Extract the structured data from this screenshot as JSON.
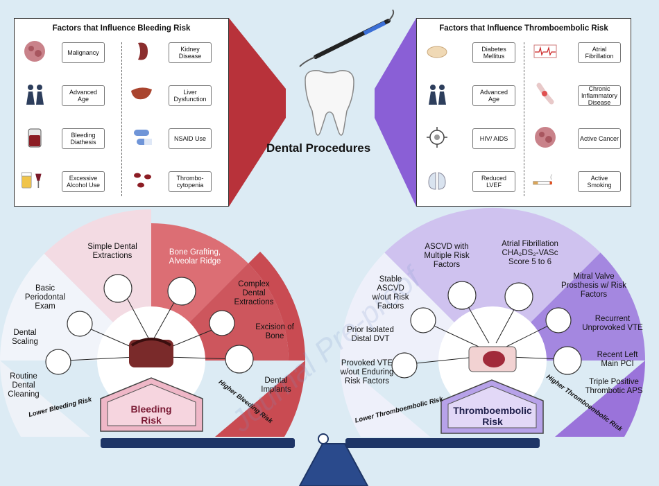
{
  "center": {
    "title": "Dental Procedures"
  },
  "bleeding_panel": {
    "title": "Factors that Influence Bleeding Risk",
    "left": [
      "Malignancy",
      "Advanced Age",
      "Bleeding Diathesis",
      "Excessive Alcohol Use"
    ],
    "right": [
      "Kidney Disease",
      "Liver Dysfunction",
      "NSAID Use",
      "Thrombo-cytopenia"
    ]
  },
  "thrombo_panel": {
    "title": "Factors that Influence Thromboembolic Risk",
    "left": [
      "Diabetes Mellitus",
      "Advanced Age",
      "HIV/ AIDS",
      "Reduced LVEF"
    ],
    "right": [
      "Atrial Fibrillation",
      "Chronic Inflammatory Disease",
      "Active Cancer",
      "Active Smoking"
    ]
  },
  "bleeding_fan": {
    "procedures": [
      "Simple Dental Extractions",
      "Basic Periodontal Exam",
      "Dental Scaling",
      "Routine Dental Cleaning",
      "Bone Grafting, Alveolar Ridge",
      "Complex Dental Extractions",
      "Excision of Bone",
      "Dental Implants"
    ],
    "lower_label": "Lower Bleeding Risk",
    "higher_label": "Higher Bleeding Risk",
    "badge": "Bleeding Risk"
  },
  "thrombo_fan": {
    "conditions": [
      "ASCVD with Multiple Risk Factors",
      "Atrial Fibrillation CHA₂DS₂-VASc Score 5 to 6",
      "Stable ASCVD w/out Risk Factors",
      "Prior Isolated Distal DVT",
      "Provoked VTE w/out Enduring Risk Factors",
      "Mitral Valve Prosthesis w/ Risk Factors",
      "Recurrent Unprovoked VTE",
      "Recent Left Main PCI",
      "Triple Positive Thrombotic APS"
    ],
    "lower_label": "Lower Thromboembolic Risk",
    "higher_label": "Higher Thromboembolic Risk",
    "badge": "Thromboembolic Risk"
  },
  "watermark": "Journal Pre-proof",
  "colors": {
    "bleed_light": "#f3dbe3",
    "bleed_dark": "#c94b52",
    "bleed_mid": "#dc6e74",
    "thrombo_light": "#e3dcf3",
    "thrombo_mid": "#b198e6",
    "thrombo_dark": "#9a73da",
    "balance": "#1e3566"
  }
}
